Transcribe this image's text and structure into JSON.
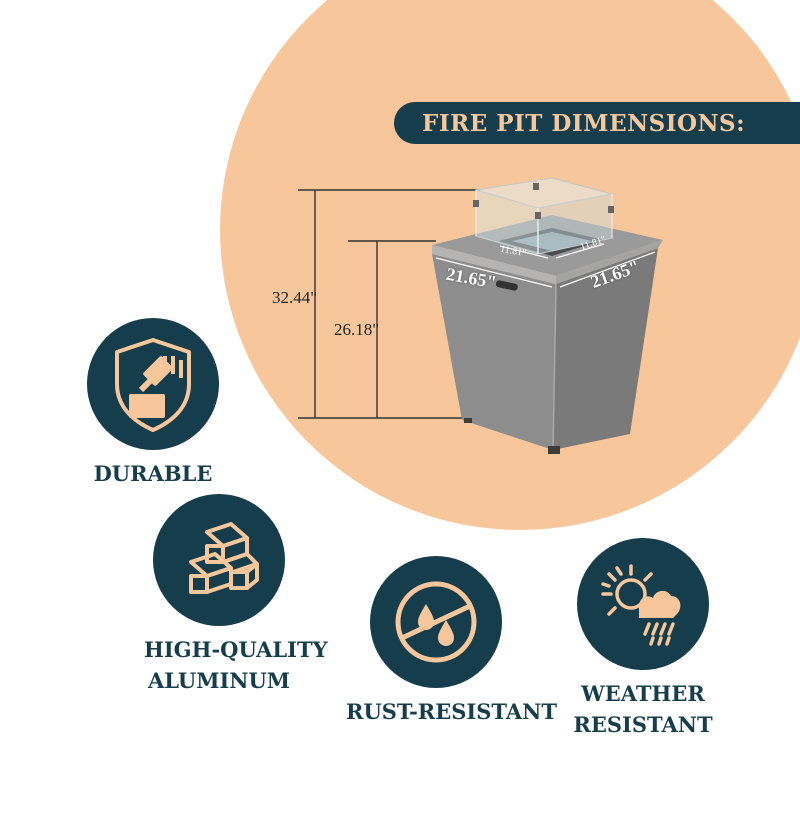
{
  "title": "FIRE PIT DIMENSIONS:",
  "dimensions": {
    "overall_height": "32.44\"",
    "body_height": "26.18\"",
    "width_front": "21.65\"",
    "width_side": "21.65\"",
    "burner_front": "11.81\"",
    "burner_side": "11.81\""
  },
  "features": {
    "durable": "DURABLE",
    "aluminum_line1": "HIGH-QUALITY",
    "aluminum_line2": "ALUMINUM",
    "rust": "RUST-RESISTANT",
    "weather_line1": "WEATHER",
    "weather_line2": "RESISTANT"
  },
  "colors": {
    "navy": "#153d4b",
    "peach": "#f7c79b"
  },
  "icons": [
    "hammer-shield-icon",
    "aluminum-bars-icon",
    "no-water-drops-icon",
    "sun-cloud-rain-icon"
  ]
}
